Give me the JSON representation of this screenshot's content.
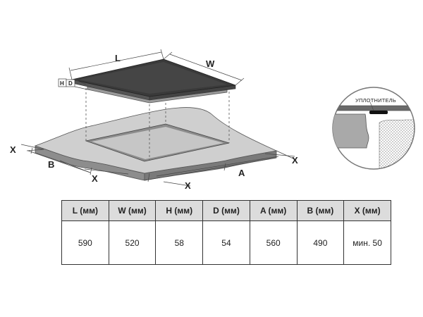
{
  "diagram": {
    "labels": {
      "L": "L",
      "W": "W",
      "H": "H",
      "D": "D",
      "B": "B",
      "A": "A",
      "X": "X"
    },
    "seal_label": "УПЛОТНИТЕЛЬ"
  },
  "table": {
    "headers": [
      "L (мм)",
      "W (мм)",
      "H (мм)",
      "D (мм)",
      "A (мм)",
      "B (мм)",
      "X (мм)"
    ],
    "values": [
      "590",
      "520",
      "58",
      "54",
      "560",
      "490",
      "мин. 50"
    ]
  }
}
